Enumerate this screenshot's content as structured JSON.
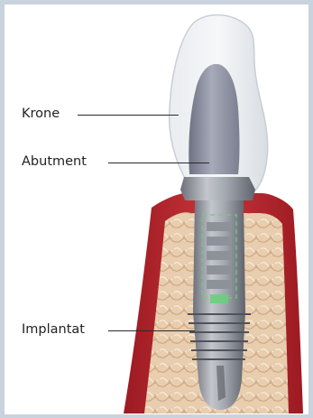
{
  "labels": {
    "krone": "Krone",
    "abutment": "Abutment",
    "implantat": "Implantat"
  },
  "colors": {
    "frame": "#c9d3de",
    "gum": "#b8222a",
    "bone": "#e6c7a4",
    "crown": "#dfe3e8",
    "abutment": "#8f93a3",
    "implant": "#9a9ea6",
    "accent": "#6bd37a"
  }
}
